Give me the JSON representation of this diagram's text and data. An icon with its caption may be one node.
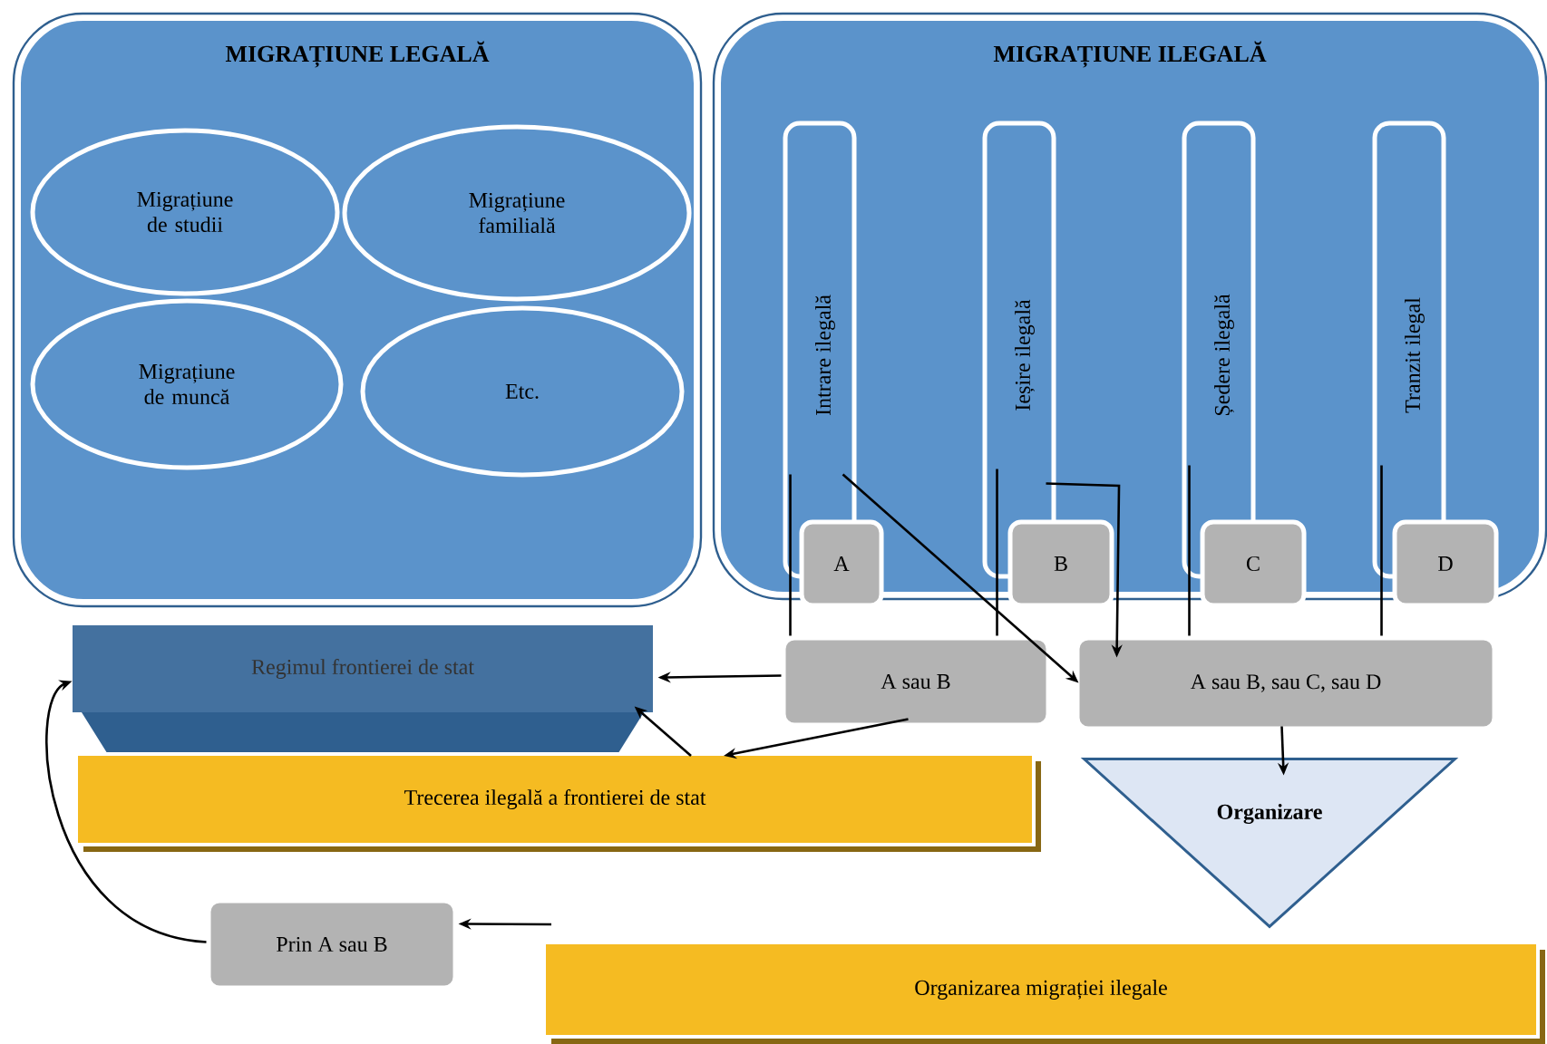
{
  "diagram": {
    "nodes": [
      {
        "text": [
          "MIGRAȚIUNE LEGALĂ"
        ]
      },
      {
        "text": [
          "Migrațiune de studii"
        ],
        "in": 0
      },
      {
        "text": [
          "Migrațiune familială"
        ],
        "in": 0
      },
      {
        "text": [
          "Migrațiune de muncă"
        ],
        "in": 0
      },
      {
        "text": [
          "Etc."
        ],
        "in": 0
      },
      {
        "text": [
          "MIGRAȚIUNE ILEGALĂ"
        ]
      },
      {
        "text": [
          "Intrare ilegală"
        ],
        "in": 5
      },
      {
        "text": [
          "Ieșire ilegală"
        ],
        "in": 5
      },
      {
        "text": [
          "Ședere ilegală"
        ],
        "in": 5
      },
      {
        "text": [
          "Tranzit ilegal"
        ],
        "in": 5
      },
      {
        "text": [
          "A"
        ],
        "in": 5
      },
      {
        "text": [
          "B"
        ],
        "in": 5
      },
      {
        "text": [
          "C"
        ],
        "in": 5
      },
      {
        "text": [
          "D"
        ],
        "in": 5
      },
      {
        "text": [
          "Regimul frontierei de stat"
        ]
      },
      {
        "text": [
          "A sau B"
        ]
      },
      {
        "text": [
          "A sau B, sau C, sau D"
        ]
      },
      {
        "text": [
          "Trecerea ilegală a frontierei de stat"
        ]
      },
      {
        "text": [
          "Organizare"
        ]
      },
      {
        "text": [
          "Prin A sau B"
        ]
      },
      {
        "text": [
          "Organizarea migrației ilegale"
        ]
      }
    ],
    "edges": [
      {
        "from": 6,
        "to": 15,
        "arrow": "none"
      },
      {
        "from": 7,
        "to": 15,
        "arrow": "none"
      },
      {
        "from": 6,
        "to": 16,
        "arrow": "to"
      },
      {
        "from": 7,
        "to": 16,
        "arrow": "to"
      },
      {
        "from": 8,
        "to": 16,
        "arrow": "none"
      },
      {
        "from": 9,
        "to": 16,
        "arrow": "none"
      },
      {
        "from": 15,
        "to": 14,
        "arrow": "to"
      },
      {
        "from": 15,
        "to": 17,
        "arrow": "to"
      },
      {
        "from": 17,
        "to": 14,
        "arrow": "to"
      },
      {
        "from": 16,
        "to": 18,
        "arrow": "to"
      },
      {
        "from": 20,
        "to": 19,
        "arrow": "to"
      },
      {
        "from": 19,
        "to": 14,
        "arrow": "to"
      }
    ]
  }
}
